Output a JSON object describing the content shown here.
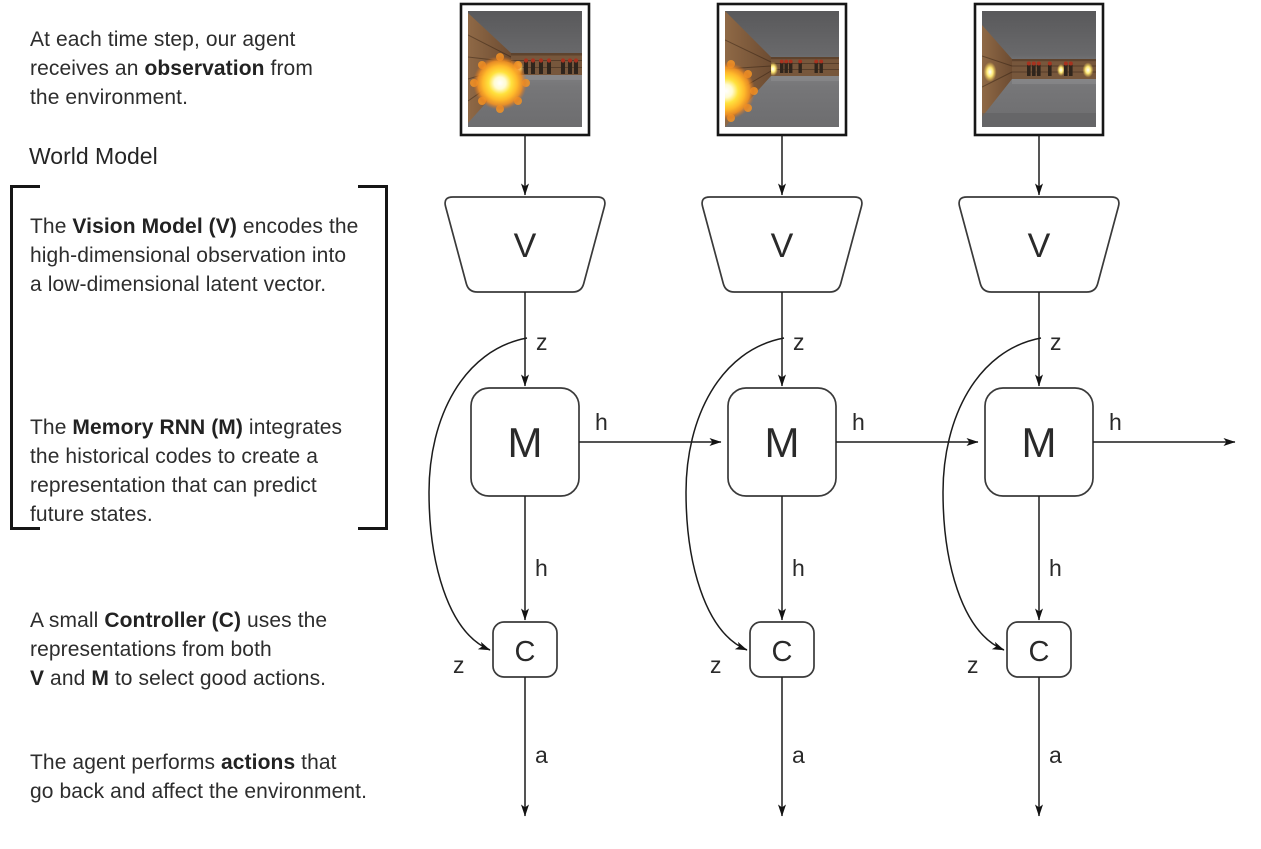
{
  "colors": {
    "ink": "#1c1c1c",
    "box_stroke": "#3a3a3a",
    "text": "#2d2d2d",
    "fire_yellow": "#ffe23e",
    "fire_orange": "#f39223",
    "brick_brown": "#7d5b3e",
    "enemy_red": "#a8321f",
    "scene_gray": "#6e6e70"
  },
  "left_panel": {
    "intro": {
      "line1": "At each time step, our agent",
      "line2_pre": "receives an ",
      "line2_bold": "observation",
      "line2_post": " from",
      "line3": "the environment."
    },
    "heading": "World Model",
    "vision": {
      "l1_pre": "The ",
      "l1_bold": "Vision Model (V)",
      "l1_post": " encodes the",
      "l2": "high-dimensional observation into",
      "l3": "a low-dimensional latent vector."
    },
    "memory": {
      "l1_pre": "The ",
      "l1_bold": "Memory RNN (M)",
      "l1_post": " integrates",
      "l2": "the historical codes to create a",
      "l3": "representation that can predict",
      "l4": "future states."
    },
    "controller": {
      "l1_pre": "A small ",
      "l1_bold": "Controller (C)",
      "l1_post": " uses the",
      "l2": "representations from both",
      "l3_b1": "V",
      "l3_mid": " and ",
      "l3_b2": "M",
      "l3_post": " to select good actions."
    },
    "actions": {
      "l1_pre": "The agent performs ",
      "l1_bold": "actions",
      "l1_post": " that",
      "l2": "go back and affect the environment."
    }
  },
  "diagram": {
    "labels": {
      "vision": "V",
      "memory": "M",
      "controller": "C",
      "latent": "z",
      "hidden": "h",
      "action": "a"
    },
    "observations": [
      {
        "name": "doom-corridor-large-fireball"
      },
      {
        "name": "doom-corridor-fireball-at-left-edge"
      },
      {
        "name": "doom-corridor-fireball-distant"
      }
    ]
  }
}
